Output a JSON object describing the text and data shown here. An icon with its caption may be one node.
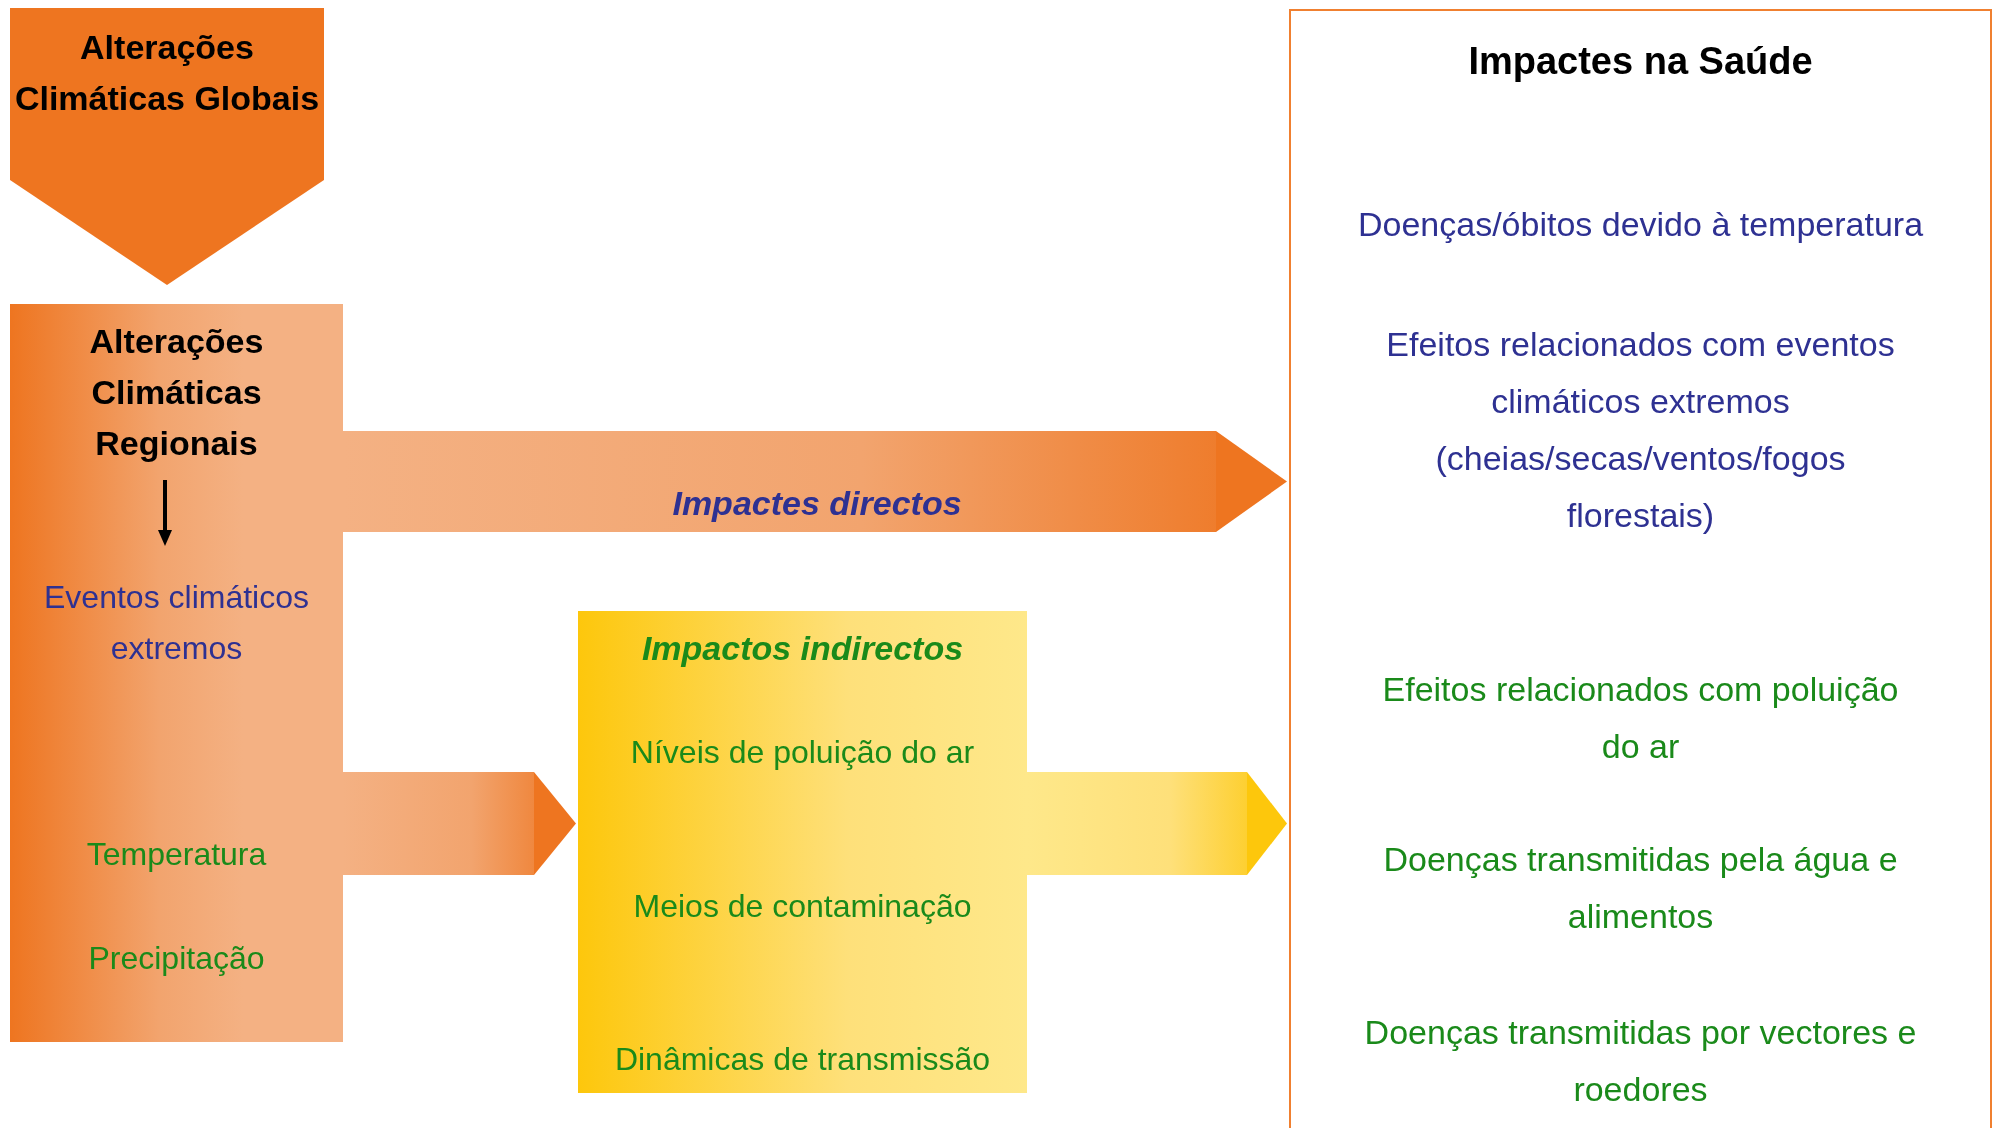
{
  "diagram": {
    "nodes": [
      {
        "text": [
          "Alterações Climáticas Globais"
        ]
      },
      {
        "text": [
          "Alterações Climáticas Regionais",
          "Eventos climáticos extremos",
          "Temperatura",
          "Precipitação"
        ]
      },
      {
        "text": [
          "Impactos indirectos",
          "Níveis de poluição do ar",
          "Meios de contaminação",
          "Dinâmicas de transmissão"
        ]
      },
      {
        "text": [
          "Impactes na Saúde",
          "Doenças/óbitos devido à temperatura",
          "Efeitos relacionados com eventos climáticos extremos (cheias/secas/ventos/fogos florestais)",
          "Efeitos relacionados com poluição do ar",
          "Doenças transmitidas pela água e alimentos",
          "Doenças transmitidas por vectores e roedores"
        ]
      }
    ],
    "edges": [
      {
        "from": 1,
        "to": 3,
        "arrow": "to",
        "label": "Impactes directos",
        "style": "thick"
      },
      {
        "from": 1,
        "to": 2,
        "arrow": "to",
        "style": "thick"
      },
      {
        "from": 2,
        "to": 3,
        "arrow": "to",
        "style": "thick"
      }
    ]
  }
}
